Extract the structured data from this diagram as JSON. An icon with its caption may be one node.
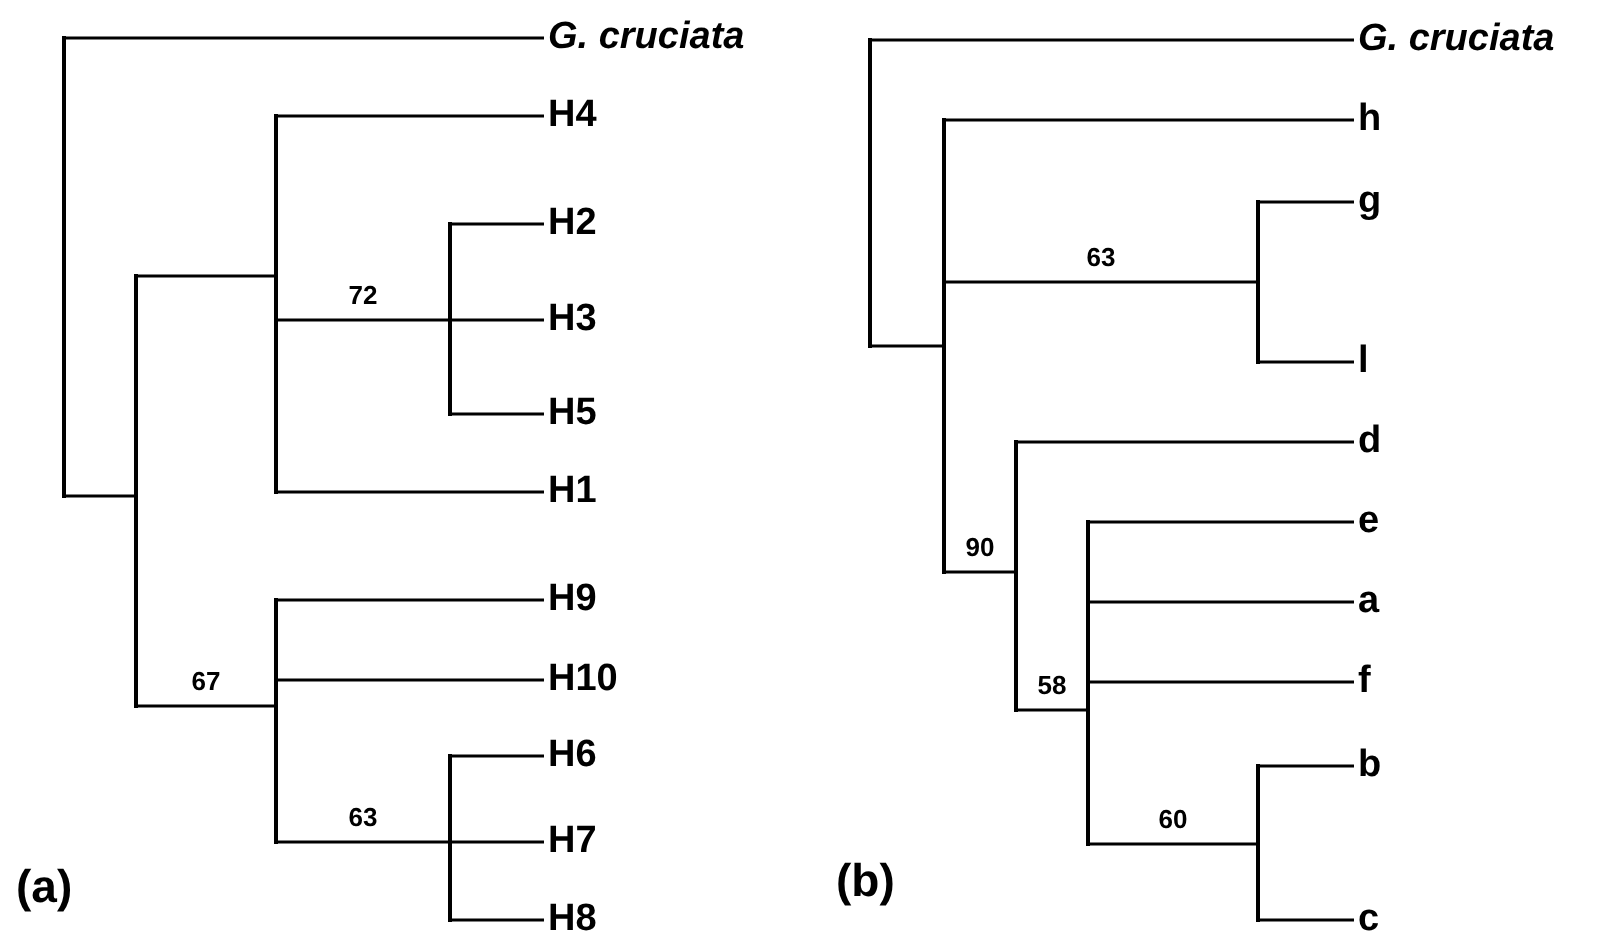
{
  "diagram": {
    "nodes": [
      {
        "text": [],
        "shape": "bar"
      },
      {
        "text": [
          "G. cruciata"
        ]
      },
      {
        "text": [],
        "shape": "bar"
      },
      {
        "text": [],
        "shape": "bar"
      },
      {
        "text": [
          "H4"
        ]
      },
      {
        "text": [],
        "shape": "bar"
      },
      {
        "text": [
          "H2"
        ]
      },
      {
        "text": [
          "H3"
        ]
      },
      {
        "text": [
          "H5"
        ]
      },
      {
        "text": [
          "H1"
        ]
      },
      {
        "text": [],
        "shape": "bar"
      },
      {
        "text": [
          "H9"
        ]
      },
      {
        "text": [
          "H10"
        ]
      },
      {
        "text": [],
        "shape": "bar"
      },
      {
        "text": [
          "H6"
        ]
      },
      {
        "text": [
          "H7"
        ]
      },
      {
        "text": [
          "H8"
        ]
      },
      {
        "text": [],
        "shape": "bar"
      },
      {
        "text": [
          "G. cruciata"
        ]
      },
      {
        "text": [],
        "shape": "bar"
      },
      {
        "text": [
          "h"
        ]
      },
      {
        "text": [],
        "shape": "bar"
      },
      {
        "text": [
          "g"
        ]
      },
      {
        "text": [
          "l"
        ]
      },
      {
        "text": [],
        "shape": "bar"
      },
      {
        "text": [
          "d"
        ]
      },
      {
        "text": [],
        "shape": "bar"
      },
      {
        "text": [
          "e"
        ]
      },
      {
        "text": [
          "a"
        ]
      },
      {
        "text": [
          "f"
        ]
      },
      {
        "text": [],
        "shape": "bar"
      },
      {
        "text": [
          "b"
        ]
      },
      {
        "text": [
          "c"
        ]
      }
    ],
    "edges": [
      {
        "from": 0,
        "to": 1,
        "arrow": "none"
      },
      {
        "from": 0,
        "to": 2,
        "arrow": "none"
      },
      {
        "from": 2,
        "to": 3,
        "arrow": "none"
      },
      {
        "from": 3,
        "to": 4,
        "arrow": "none"
      },
      {
        "from": 3,
        "to": 5,
        "arrow": "none",
        "label": "72"
      },
      {
        "from": 5,
        "to": 6,
        "arrow": "none"
      },
      {
        "from": 5,
        "to": 7,
        "arrow": "none"
      },
      {
        "from": 5,
        "to": 8,
        "arrow": "none"
      },
      {
        "from": 3,
        "to": 9,
        "arrow": "none"
      },
      {
        "from": 2,
        "to": 10,
        "arrow": "none",
        "label": "67"
      },
      {
        "from": 10,
        "to": 11,
        "arrow": "none"
      },
      {
        "from": 10,
        "to": 12,
        "arrow": "none"
      },
      {
        "from": 10,
        "to": 13,
        "arrow": "none",
        "label": "63"
      },
      {
        "from": 13,
        "to": 14,
        "arrow": "none"
      },
      {
        "from": 13,
        "to": 15,
        "arrow": "none"
      },
      {
        "from": 13,
        "to": 16,
        "arrow": "none"
      },
      {
        "from": 17,
        "to": 18,
        "arrow": "none"
      },
      {
        "from": 17,
        "to": 19,
        "arrow": "none"
      },
      {
        "from": 19,
        "to": 20,
        "arrow": "none"
      },
      {
        "from": 19,
        "to": 21,
        "arrow": "none",
        "label": "63"
      },
      {
        "from": 21,
        "to": 22,
        "arrow": "none"
      },
      {
        "from": 21,
        "to": 23,
        "arrow": "none"
      },
      {
        "from": 19,
        "to": 24,
        "arrow": "none",
        "label": "90"
      },
      {
        "from": 24,
        "to": 25,
        "arrow": "none"
      },
      {
        "from": 24,
        "to": 26,
        "arrow": "none",
        "label": "58"
      },
      {
        "from": 26,
        "to": 27,
        "arrow": "none"
      },
      {
        "from": 26,
        "to": 28,
        "arrow": "none"
      },
      {
        "from": 26,
        "to": 29,
        "arrow": "none"
      },
      {
        "from": 26,
        "to": 30,
        "arrow": "none",
        "label": "60"
      },
      {
        "from": 30,
        "to": 31,
        "arrow": "none"
      },
      {
        "from": 30,
        "to": 32,
        "arrow": "none"
      }
    ],
    "labels": [
      "(a)",
      "(b)"
    ]
  }
}
